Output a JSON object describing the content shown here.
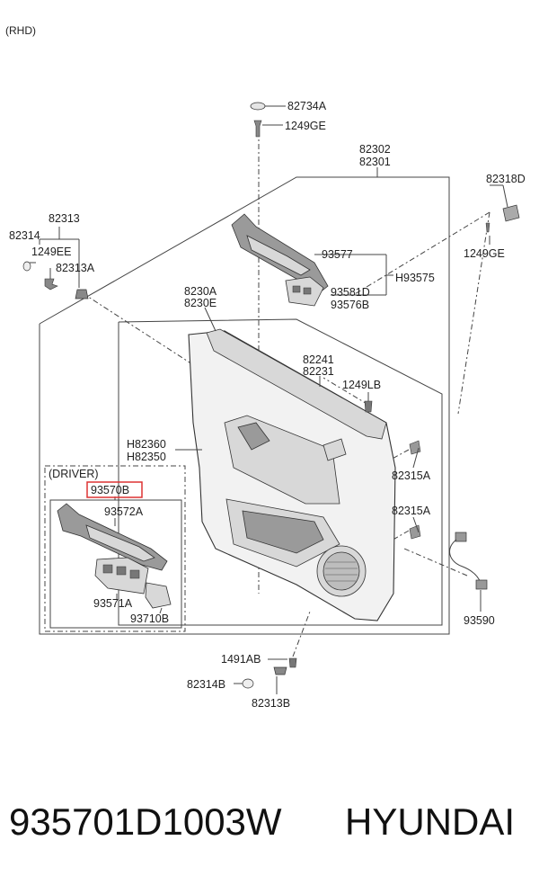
{
  "diagram": {
    "variant": "(RHD)",
    "driver_label": "(DRIVER)",
    "highlight_color": "#dd3333",
    "labels": {
      "p82734A": "82734A",
      "p1249GE_top": "1249GE",
      "p82302": "82302",
      "p82301": "82301",
      "p82318D": "82318D",
      "p1249GE_right": "1249GE",
      "p82313": "82313",
      "p82314": "82314",
      "p1249EE": "1249EE",
      "p82313A": "82313A",
      "p93577": "93577",
      "pH93575": "H93575",
      "p93581D": "93581D",
      "p93576B": "93576B",
      "p8230A": "8230A",
      "p8230E": "8230E",
      "p82241": "82241",
      "p82231": "82231",
      "p1249LB": "1249LB",
      "pH82360": "H82360",
      "pH82350": "H82350",
      "p82315A_1": "82315A",
      "p82315A_2": "82315A",
      "p93570B": "93570B",
      "p93572A": "93572A",
      "p93571A": "93571A",
      "p93710B": "93710B",
      "p93590": "93590",
      "p1491AB": "1491AB",
      "p82314B": "82314B",
      "p82313B": "82313B"
    }
  },
  "footer": {
    "part_number": "935701D1003W",
    "brand": "HYUNDAI"
  }
}
